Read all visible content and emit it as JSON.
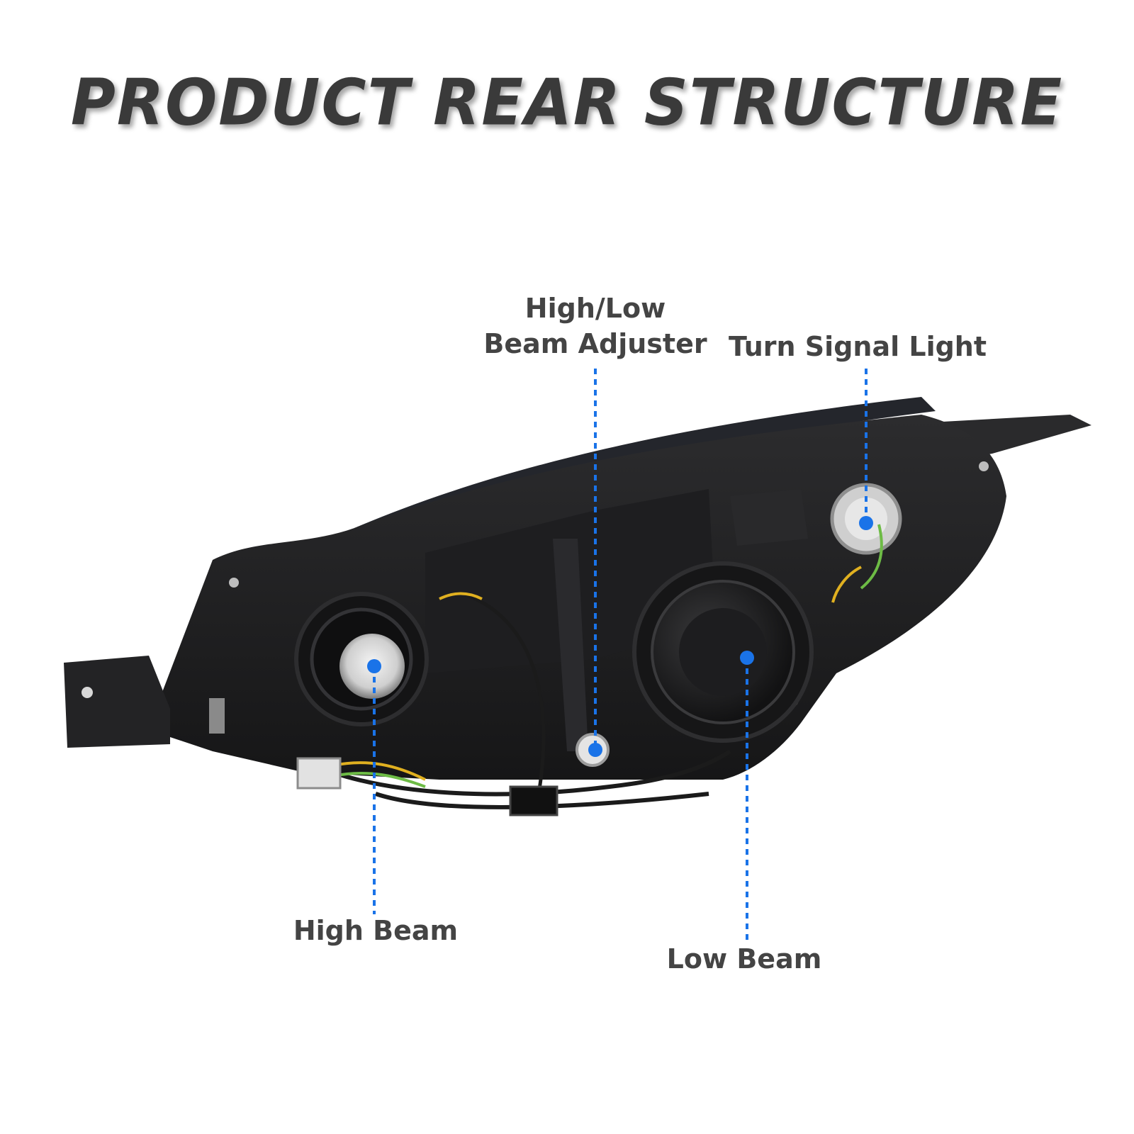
{
  "title": "PRODUCT REAR STRUCTURE",
  "callouts": {
    "adjuster": {
      "line1": "High/Low",
      "line2": "Beam Adjuster"
    },
    "turn_signal": "Turn Signal Light",
    "high_beam": "High Beam",
    "low_beam": "Low Beam"
  },
  "colors": {
    "marker": "#1a73e8",
    "housing": "#1c1c1e",
    "title": "#3a3a3a",
    "label": "#444444"
  }
}
